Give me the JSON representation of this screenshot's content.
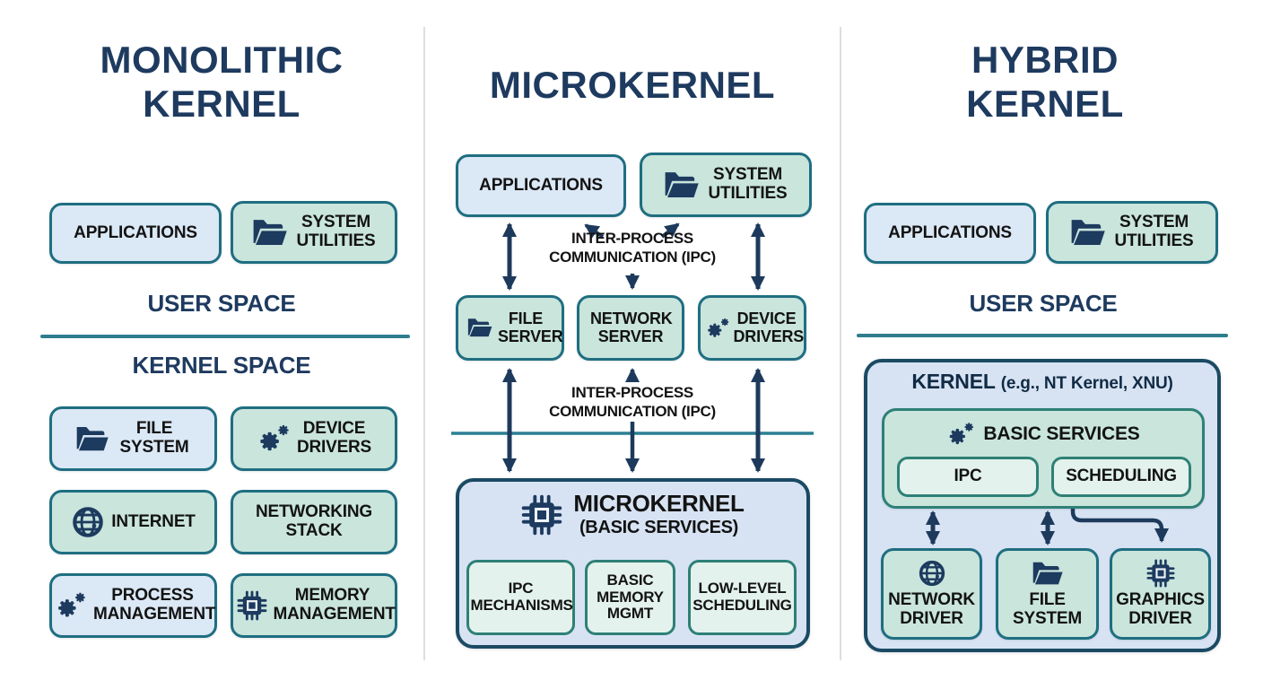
{
  "colors": {
    "navy_text": "#1e3a5f",
    "teal_border": "#1f6e81",
    "sub_border": "#2e8076",
    "dark_border": "#1b4a63",
    "blue_box_bg": "#dbe8f5",
    "green_box_bg": "#c9e5dc",
    "pale_green_bg": "#e3f2ec",
    "panel_blue_bg": "#d7e3f3",
    "divider_teal": "#2e7d8e",
    "arrow": "#1d3a5c",
    "label_text": "#131313"
  },
  "monolithic": {
    "title": "MONOLITHIC KERNEL",
    "user_space_label": "USER SPACE",
    "kernel_space_label": "KERNEL SPACE",
    "boxes": {
      "applications": "APPLICATIONS",
      "system_utilities": "SYSTEM UTILITIES",
      "file_system": "FILE SYSTEM",
      "device_drivers": "DEVICE DRIVERS",
      "internet": "INTERNET",
      "networking_stack": "NETWORKING STACK",
      "process_management": "PROCESS MANAGEMENT",
      "memory_management": "MEMORY MANAGEMENT"
    }
  },
  "microkernel": {
    "title": "MICROKERNEL",
    "ipc_line1": "INTER-PROCESS",
    "ipc_line2": "COMMUNICATION (IPC)",
    "boxes": {
      "applications": "APPLICATIONS",
      "system_utilities": "SYSTEM UTILITIES",
      "file_server": "FILE SERVER",
      "network_server": "NETWORK SERVER",
      "device_drivers": "DEVICE DRIVERS"
    },
    "kernel_panel": {
      "title": "MICROKERNEL",
      "subtitle": "(BASIC SERVICES)",
      "sub_boxes": {
        "ipc_mechanisms": "IPC MECHANISMS",
        "basic_memory_mgmt": "BASIC MEMORY MGMT",
        "low_level_scheduling": "LOW-LEVEL SCHEDULING"
      }
    }
  },
  "hybrid": {
    "title": "HYBRID KERNEL",
    "user_space_label": "USER SPACE",
    "boxes": {
      "applications": "APPLICATIONS",
      "system_utilities": "SYSTEM UTILITIES"
    },
    "kernel_panel": {
      "title": "KERNEL",
      "title_note": "(e.g., NT Kernel, XNU)",
      "basic_services_label": "BASIC SERVICES",
      "sub_boxes": {
        "ipc": "IPC",
        "scheduling": "SCHEDULING"
      },
      "driver_boxes": {
        "network_driver": "NETWORK DRIVER",
        "file_system": "FILE SYSTEM",
        "graphics_driver": "GRAPHICS DRIVER"
      }
    }
  }
}
